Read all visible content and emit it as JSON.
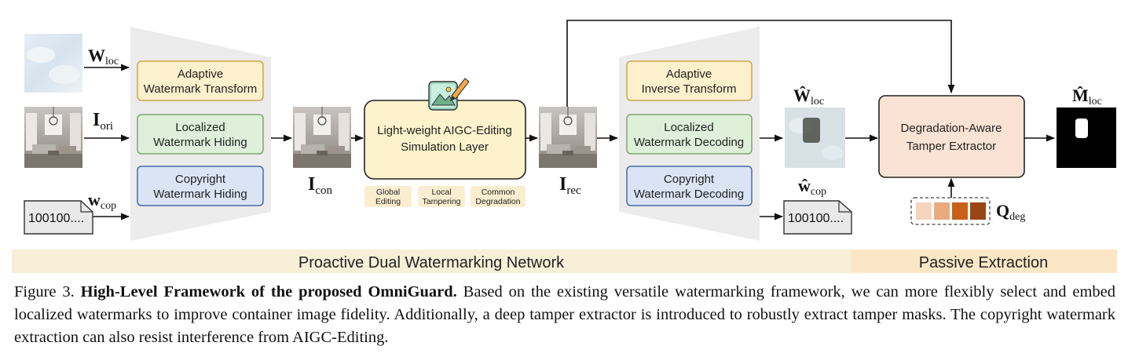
{
  "labels": {
    "w_loc": {
      "base": "W",
      "sub": "loc"
    },
    "i_ori": {
      "base": "I",
      "sub": "ori"
    },
    "w_cop": {
      "base": "w",
      "sub": "cop"
    },
    "i_con": {
      "base": "I",
      "sub": "con"
    },
    "i_rec": {
      "base": "I",
      "sub": "rec"
    },
    "w_loc_hat": {
      "base": "Ŵ",
      "sub": "loc"
    },
    "w_cop_hat": {
      "base": "ŵ",
      "sub": "cop"
    },
    "m_loc_hat": {
      "base": "M̂",
      "sub": "loc"
    },
    "q_deg": {
      "base": "Q",
      "sub": "deg"
    }
  },
  "bits_in": "100100....",
  "bits_out": "100100....",
  "encoder_boxes": [
    {
      "line1": "Adaptive",
      "line2": "Watermark Transform"
    },
    {
      "line1": "Localized",
      "line2": "Watermark Hiding"
    },
    {
      "line1": "Copyright",
      "line2": "Watermark Hiding"
    }
  ],
  "decoder_boxes": [
    {
      "line1": "Adaptive",
      "line2": "Inverse Transform"
    },
    {
      "line1": "Localized",
      "line2": "Watermark Decoding"
    },
    {
      "line1": "Copyright",
      "line2": "Watermark Decoding"
    }
  ],
  "simulation": {
    "line1": "Light-weight AIGC-Editing",
    "line2": "Simulation Layer"
  },
  "sim_tags": [
    {
      "line1": "Global",
      "line2": "Editing"
    },
    {
      "line1": "Local",
      "line2": "Tampering"
    },
    {
      "line1": "Common",
      "line2": "Degradation"
    }
  ],
  "extractor": {
    "line1": "Degradation-Aware",
    "line2": "Tamper Extractor"
  },
  "bands": {
    "left": "Proactive Dual Watermarking Network",
    "right": "Passive Extraction"
  },
  "caption": {
    "prefix": "Figure 3.",
    "bold": "High-Level Framework of the proposed OmniGuard.",
    "rest": "Based on the existing versatile watermarking framework, we can more flexibly select and embed localized watermarks to improve container image fidelity. Additionally, a deep tamper extractor is introduced to robustly extract tamper masks. The copyright watermark extraction can also resist interference from AIGC-Editing."
  },
  "colors": {
    "transform_fill": "#fdf0cc",
    "transform_stroke": "#c9a84c",
    "hiding_fill": "#dff0da",
    "hiding_stroke": "#7fa36f",
    "copyright_fill": "#dae4f5",
    "copyright_stroke": "#4a69a8",
    "simulation_fill": "#fdf2cc",
    "extractor_fill": "#fae3d4",
    "trapezoid_fill": "#ececec",
    "band_left": "#f8efd8",
    "band_right": "#fbe7c5",
    "qdeg_swatches": [
      "#f7d4bd",
      "#eaaa7e",
      "#c8601a",
      "#9a4514"
    ]
  }
}
